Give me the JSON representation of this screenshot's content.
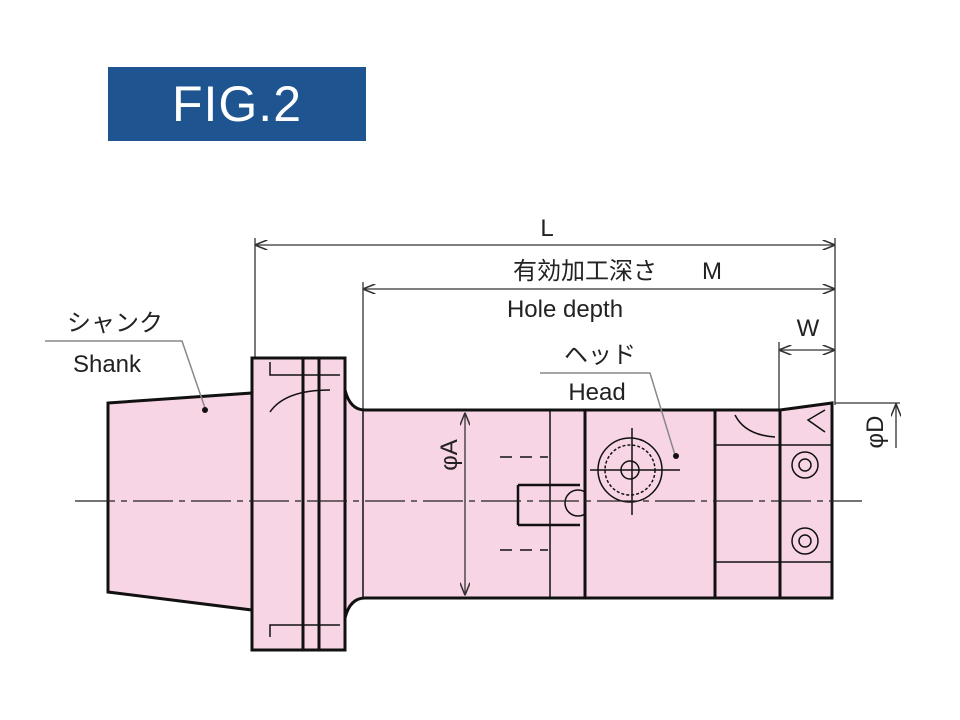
{
  "figure": {
    "title": "FIG.2",
    "title_bg": "#1e5591",
    "part_fill": "#f8d5e5"
  },
  "dimensions": {
    "L": "L",
    "M_jp": "有効加工深さ",
    "M": "M",
    "M_en": "Hole depth",
    "W": "W",
    "phiA": "φA",
    "phiD": "φD"
  },
  "callouts": {
    "shank_jp": "シャンク",
    "shank_en": "Shank",
    "head_jp": "ヘッド",
    "head_en": "Head"
  }
}
